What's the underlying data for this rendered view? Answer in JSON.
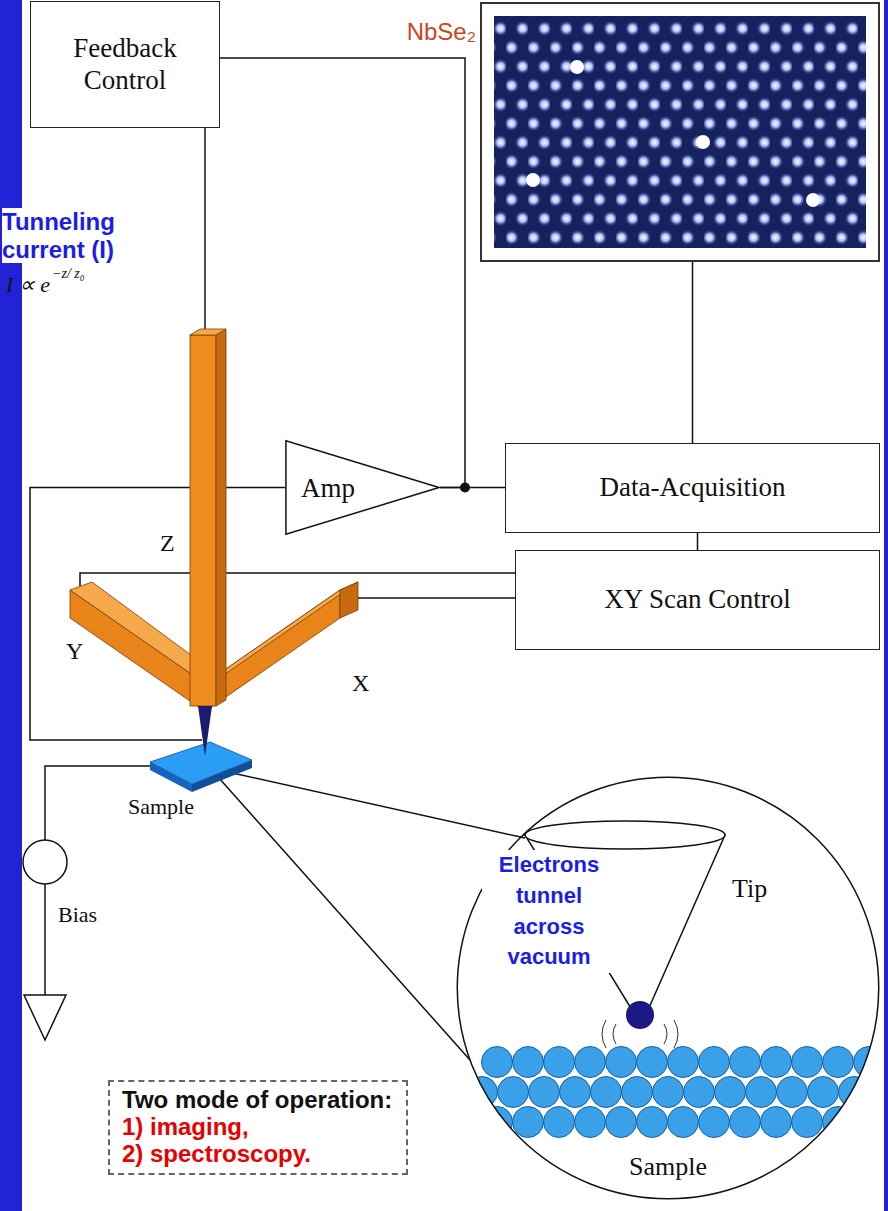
{
  "diagram": {
    "nodes": [
      {
        "text": [
          "Feedback Control"
        ]
      },
      {
        "text": [
          "NbSe₂"
        ]
      },
      {
        "text": [
          "Amp"
        ]
      },
      {
        "text": [
          "Data-Acquisition"
        ]
      },
      {
        "text": [
          "XY Scan Control"
        ]
      },
      {
        "text": [
          "Tip",
          "Sample"
        ]
      },
      {
        "text": [
          "Two mode of operation:",
          "1) imaging,",
          "2) spectroscopy."
        ]
      }
    ],
    "edges": [
      {
        "from": 2,
        "to": 3,
        "arrow": "none"
      },
      {
        "from": 2,
        "to": 0,
        "arrow": "none"
      },
      {
        "from": 1,
        "to": 3,
        "arrow": "none"
      },
      {
        "from": 3,
        "to": 4,
        "arrow": "none"
      }
    ],
    "labels": [
      "Tunneling current (I)",
      "I ∝ e",
      "−z/ z₀",
      "Z",
      "Y",
      "X",
      "Sample",
      "Bias",
      "Electrons tunnel across vacuum"
    ]
  }
}
